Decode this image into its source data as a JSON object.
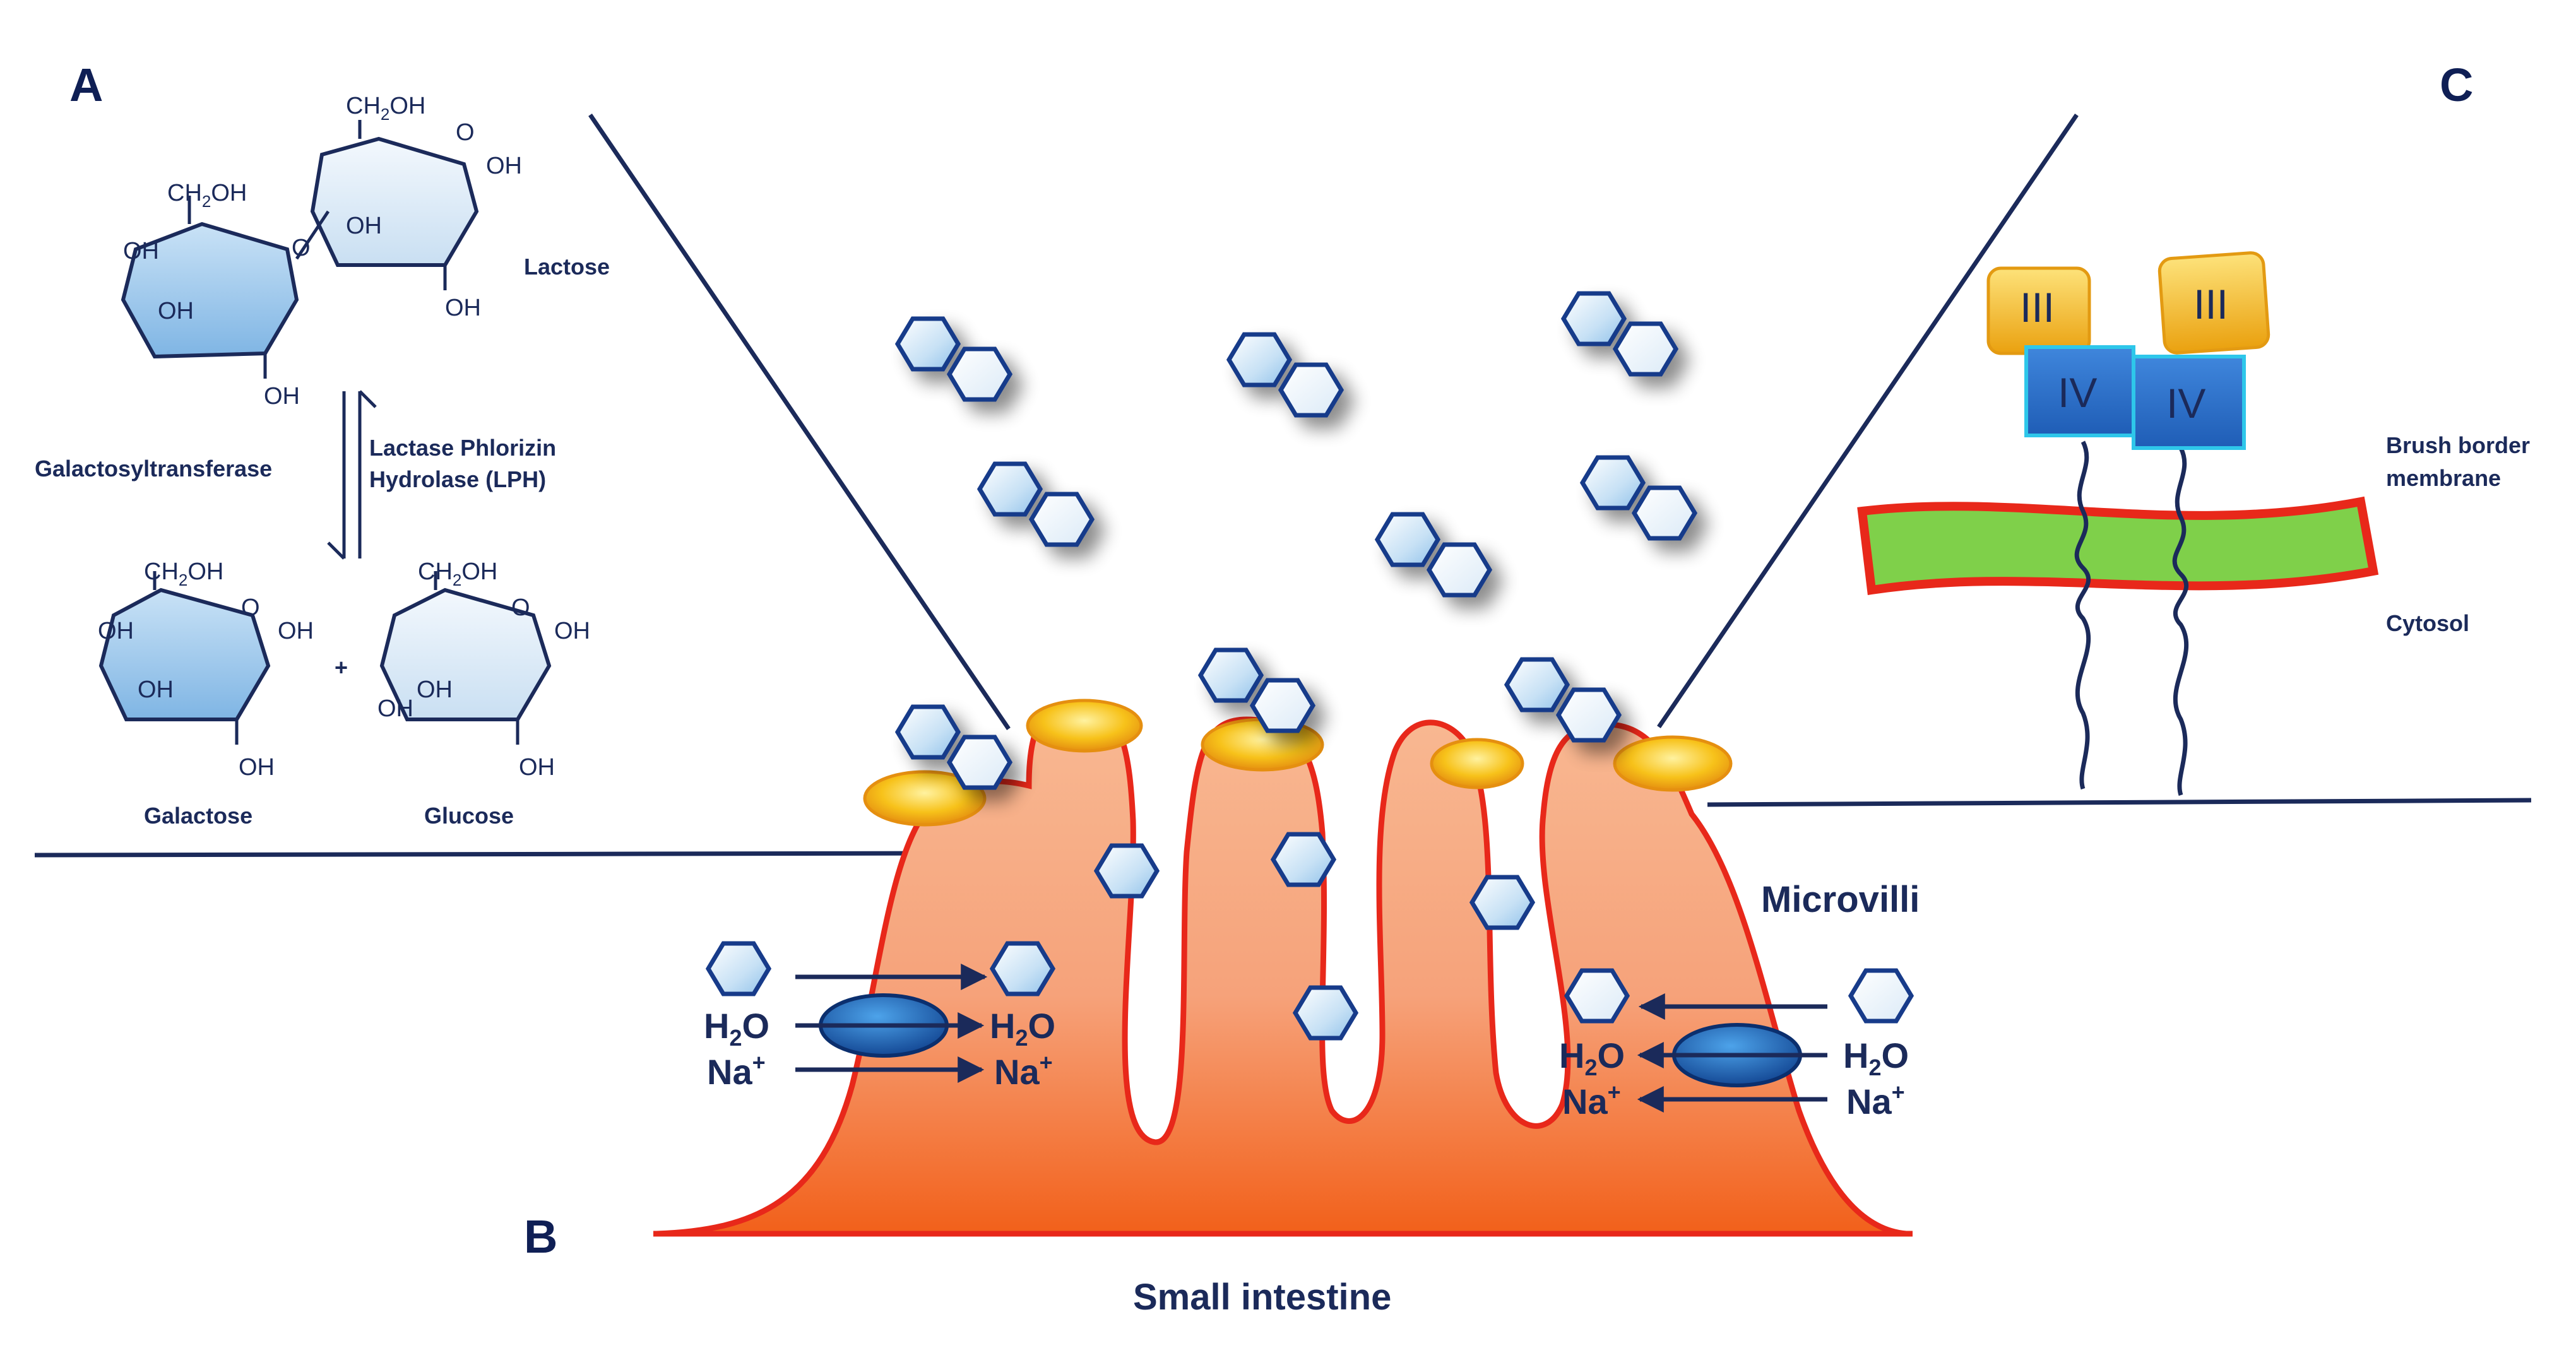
{
  "panels": {
    "a": "A",
    "b": "B",
    "c": "C"
  },
  "panel_a": {
    "lactose": "Lactose",
    "enzyme_forward": "Lactase Phlorizin",
    "enzyme_forward_2": "Hydrolase (LPH)",
    "enzyme_reverse": "Galactosyltransferase",
    "galactose": "Galactose",
    "glucose": "Glucose",
    "plus": "+",
    "ch2oh": "CH",
    "sub2": "2",
    "oh_suffix": "OH",
    "oh": "OH",
    "ring_o": "O"
  },
  "panel_b": {
    "title": "Small intestine",
    "microvilli": "Microvilli",
    "left_transport": {
      "water": "H",
      "water_sub": "2",
      "water_o": "O",
      "sodium": "Na",
      "charge": "+"
    },
    "right_transport": {
      "water": "H",
      "water_sub": "2",
      "water_o": "O",
      "sodium": "Na",
      "charge": "+"
    }
  },
  "panel_c": {
    "domain_top": "III",
    "domain_bottom": "IV",
    "membrane_label_1": "Brush border",
    "membrane_label_2": "membrane",
    "cytosol": "Cytosol"
  },
  "colors": {
    "navy": "#1b2a5a",
    "tissue_red": "#e8281a",
    "tissue_orange": "#f6a27a",
    "enzyme_yellow": "#f7c21a",
    "transporter_blue": "#1f6fc4",
    "domain_blue": "#2f6fc8",
    "domain_yellow": "#f2b51a",
    "membrane_green": "#7fd04a",
    "glucose_fill": "#dcecf8",
    "galactose_fill": "#a9cfee"
  }
}
